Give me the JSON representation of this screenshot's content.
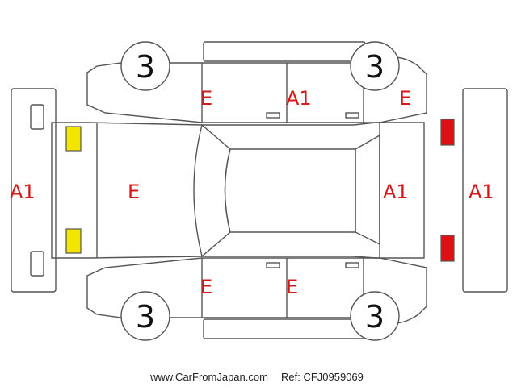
{
  "diagram": {
    "labels": {
      "left_bumper": "A1",
      "hood": "E",
      "front_left_fender": "E",
      "left_doors": "A1",
      "rear_left_quarter": "E",
      "tailgate": "A1",
      "rear_bumper": "A1",
      "front_right_fender": "E",
      "right_front_door": "E"
    },
    "tires": {
      "front_left": "3",
      "rear_left": "3",
      "front_right": "3",
      "rear_right": "3"
    },
    "lamps": [
      {
        "position": "front-upper",
        "color": "#f2e600"
      },
      {
        "position": "front-lower",
        "color": "#f2e600"
      },
      {
        "position": "rear-upper",
        "color": "#dd1111"
      },
      {
        "position": "rear-lower",
        "color": "#dd1111"
      }
    ],
    "label_color": "#d81818"
  },
  "footer": {
    "site": "www.CarFromJapan.com",
    "ref": "Ref: CFJ0959069"
  }
}
